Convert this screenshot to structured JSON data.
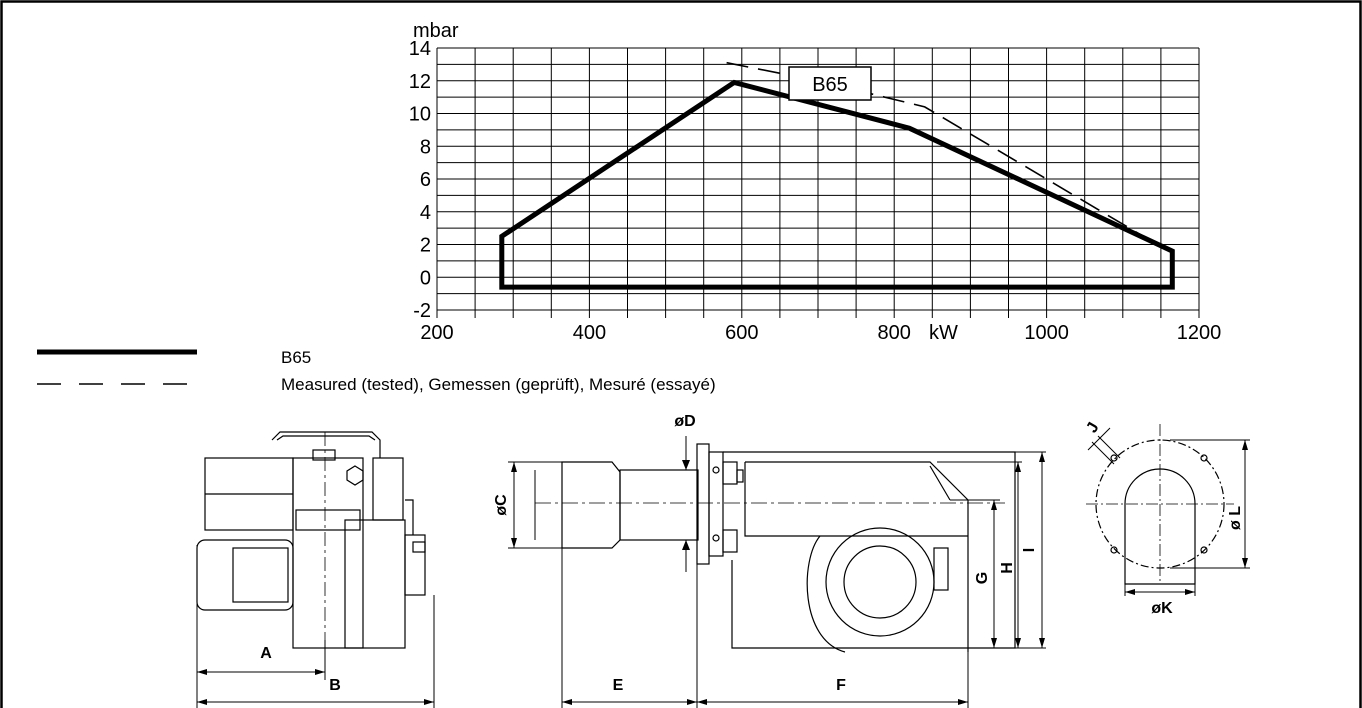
{
  "chart_data": {
    "type": "area",
    "title": "",
    "xlabel": "",
    "ylabel": "",
    "x_unit": "kW",
    "y_unit": "mbar",
    "xlim": [
      200,
      1200
    ],
    "ylim": [
      -2,
      14
    ],
    "grid": true,
    "x_ticks": [
      200,
      400,
      600,
      800,
      1000,
      1200
    ],
    "y_ticks": [
      -2,
      0,
      2,
      4,
      6,
      8,
      10,
      12,
      14
    ],
    "legend_box_label": "B65",
    "series": [
      {
        "name": "B65",
        "style": "solid",
        "points": [
          [
            285,
            -0.6
          ],
          [
            285,
            2.5
          ],
          [
            590,
            11.9
          ],
          [
            820,
            9.1
          ],
          [
            1165,
            1.6
          ],
          [
            1165,
            -0.6
          ]
        ]
      },
      {
        "name": "Measured (tested), Gemessen (geprüft), Mesuré (essayé)",
        "style": "dashed",
        "points": [
          [
            580,
            13.1
          ],
          [
            700,
            12.0
          ],
          [
            840,
            10.4
          ],
          [
            1145,
            2.0
          ]
        ]
      }
    ]
  },
  "legend": {
    "solid_label": "B65",
    "dashed_label": "Measured (tested), Gemessen (geprüft), Mesuré (essayé)"
  },
  "dimension_labels": {
    "a": "A",
    "b": "B",
    "c": "øC",
    "d": "øD",
    "e": "E",
    "f": "F",
    "g": "G",
    "h": "H",
    "i": "I",
    "j": "J",
    "k": "øK",
    "l": "ø L"
  }
}
